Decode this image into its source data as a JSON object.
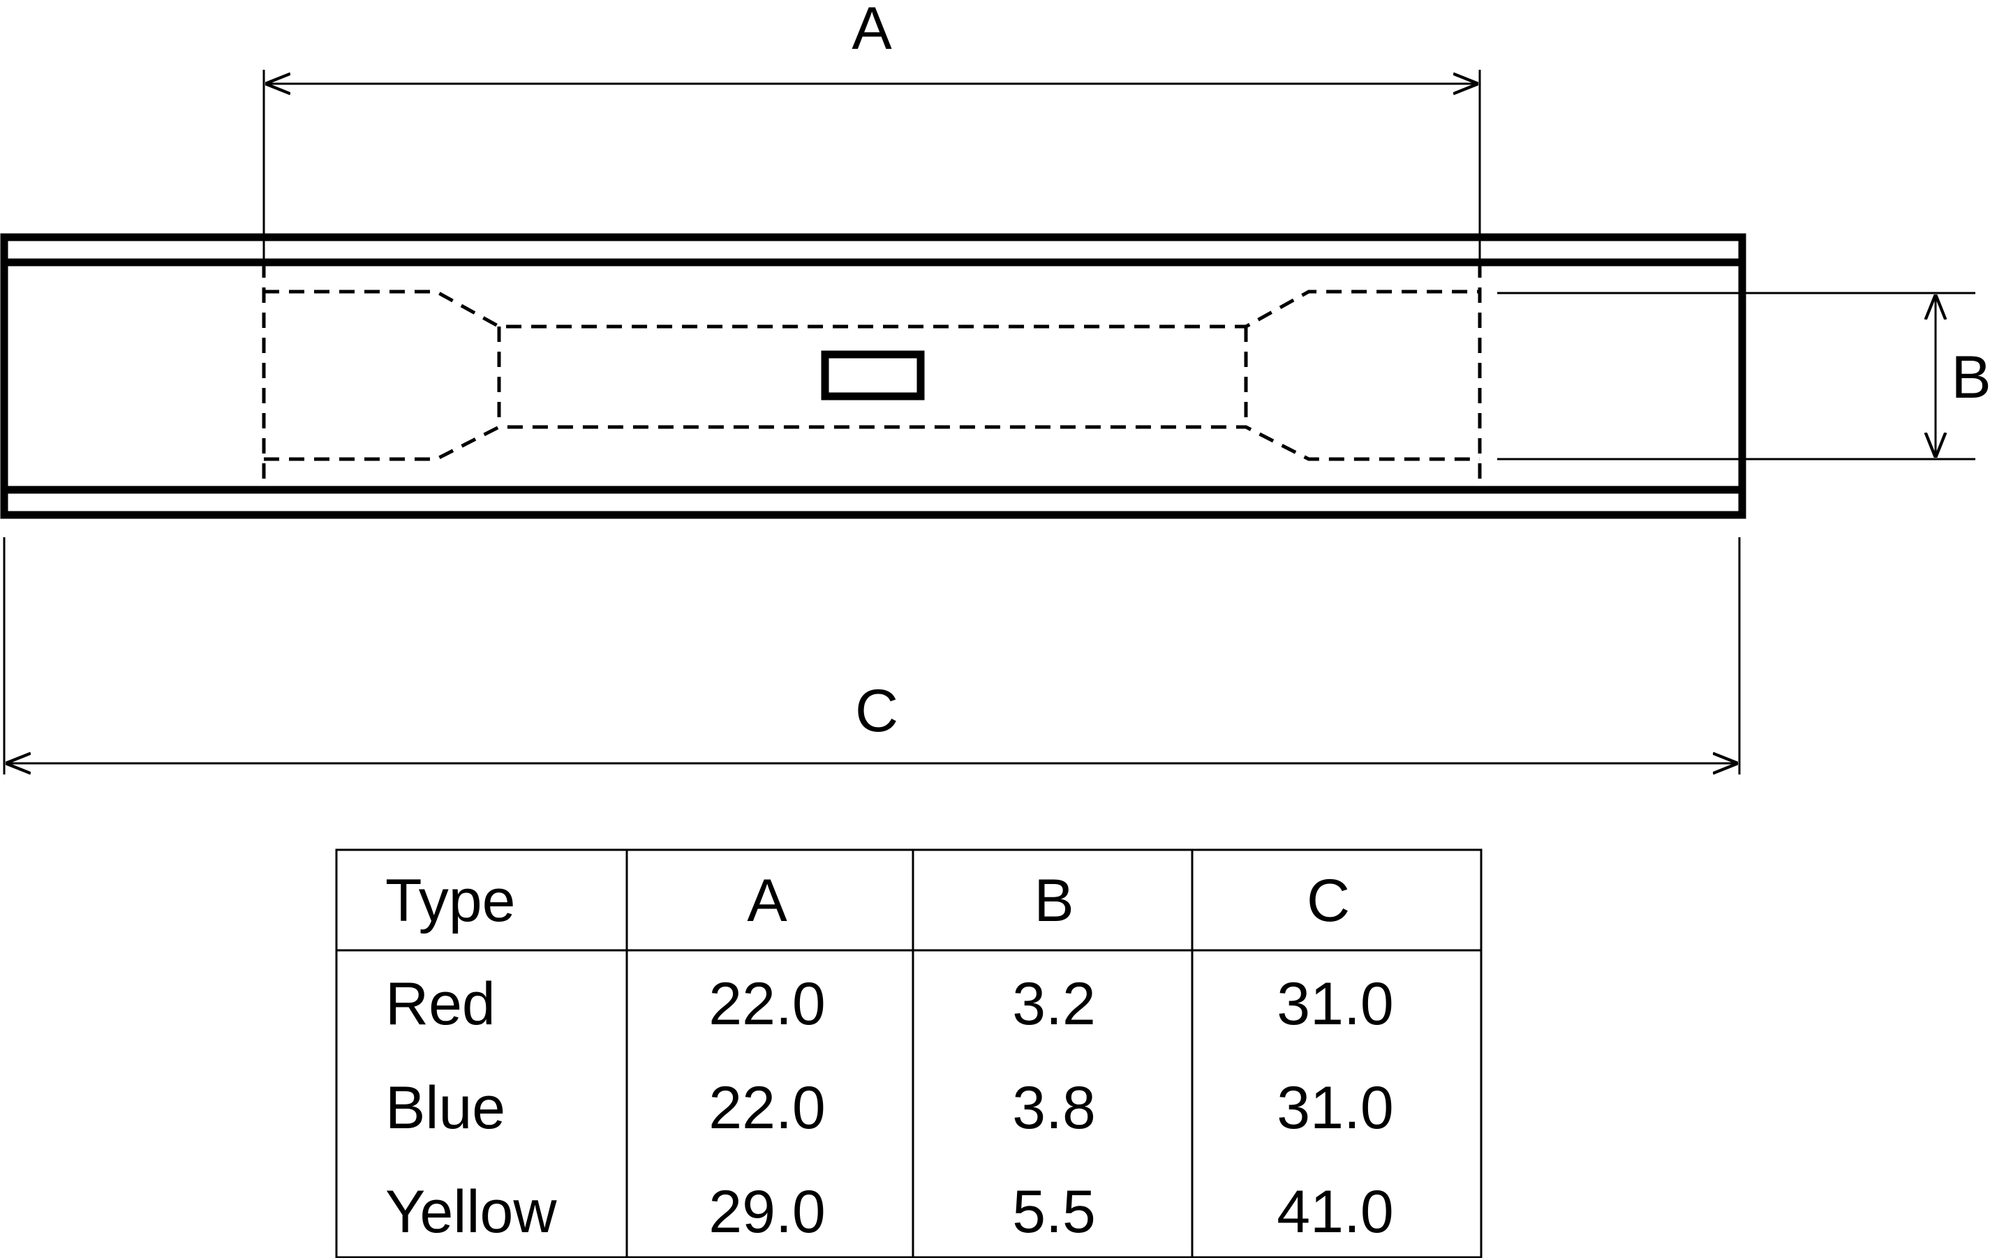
{
  "dimensions": {
    "a_label": "A",
    "b_label": "B",
    "c_label": "C"
  },
  "table": {
    "headers": [
      "Type",
      "A",
      "B",
      "C"
    ],
    "rows": [
      [
        "Red",
        "22.0",
        "3.2",
        "31.0"
      ],
      [
        "Blue",
        "22.0",
        "3.8",
        "31.0"
      ],
      [
        "Yellow",
        "29.0",
        "5.5",
        "41.0"
      ]
    ]
  },
  "colors": {
    "line": "#000000",
    "background": "#ffffff"
  }
}
